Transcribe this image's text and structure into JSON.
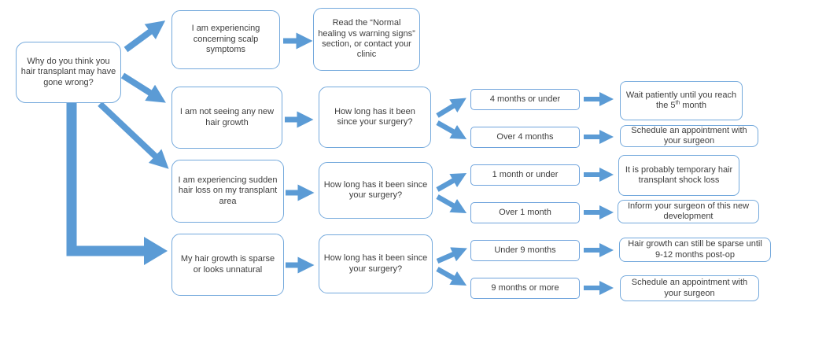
{
  "colors": {
    "arrow_fill": "#5B9BD5",
    "box_border": "#74A9DC",
    "text": "#3D3D3D",
    "background": "#FFFFFF"
  },
  "flowchart": {
    "root": "Why do you think you hair transplant may have gone wrong?",
    "branch1": {
      "symptom": "I am experiencing concerning scalp symptoms",
      "outcome": "Read the “Normal healing vs warning signs” section, or contact your clinic"
    },
    "branch2": {
      "symptom": "I am not seeing any new hair growth",
      "question": "How long has it been since your surgery?",
      "option1": {
        "condition": "4 months or under",
        "advice_before": "Wait patiently until you reach the 5",
        "advice_sup": "th",
        "advice_after": " month"
      },
      "option2": {
        "condition": "Over 4 months",
        "advice": "Schedule an appointment with your surgeon"
      }
    },
    "branch3": {
      "symptom": "I am experiencing sudden hair loss on my transplant area",
      "question": "How long has it been since your surgery?",
      "option1": {
        "condition": "1 month or under",
        "advice": "It is probably temporary hair transplant shock loss"
      },
      "option2": {
        "condition": "Over 1 month",
        "advice": "Inform your surgeon of this new development"
      }
    },
    "branch4": {
      "symptom": "My hair growth is sparse or looks unnatural",
      "question": "How long has it been since your surgery?",
      "option1": {
        "condition": "Under 9 months",
        "advice": "Hair growth can still be sparse until 9-12 months post-op"
      },
      "option2": {
        "condition": "9 months or more",
        "advice": "Schedule an appointment with your surgeon"
      }
    }
  }
}
